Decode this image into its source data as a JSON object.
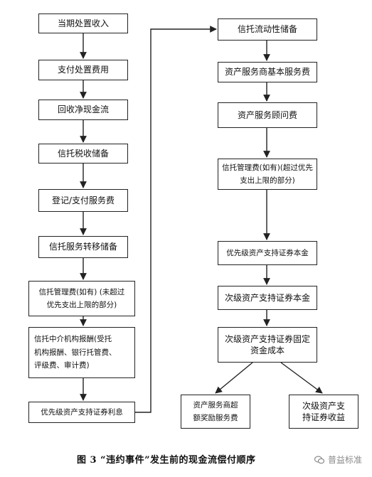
{
  "left_column": [
    "当期处置收入",
    "支付处置费用",
    "回收净现金流",
    "信托税收储备",
    "登记/支付服务费",
    "信托服务转移储备",
    "信托管理费(如有) (未超过\n优先支出上限的部分)",
    "信托中介机构报酬(受托\n机构报酬、银行托管费、\n评级费、审计费)",
    "优先级资产支持证券利息"
  ],
  "right_column": [
    "信托流动性储备",
    "资产服务商基本服务费",
    "资产服务顾问费",
    "信托管理费(如有)(超过优先\n支出上限的部分)",
    "优先级资产支持证券本金",
    "次级资产支持证券本金",
    "次级资产支持证券固定\n资金成本"
  ],
  "final_outputs": [
    "资产服务商超\n额奖励服务费",
    "次级资产支\n持证券收益"
  ],
  "caption": "图 3 “违约事件”发生前的现金流偿付顺序",
  "watermark": "普益标准",
  "colors": {
    "line": "#222222",
    "watermark": "#8a8a8a"
  }
}
